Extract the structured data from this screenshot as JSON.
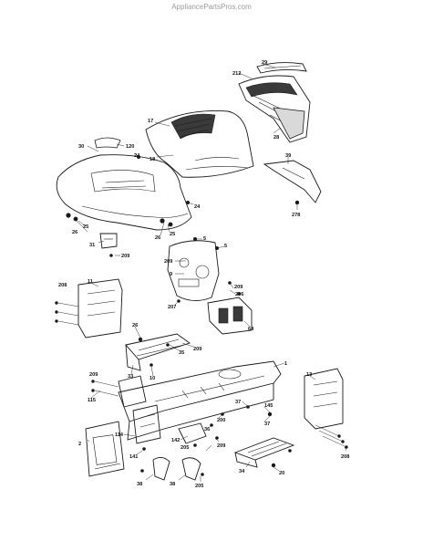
{
  "watermark": "AppliancePartsPros.com",
  "callouts": {
    "c29": "29",
    "c212": "212",
    "c28": "28",
    "c17": "17",
    "c18": "18",
    "c120": "120",
    "c30": "30",
    "c24a": "24",
    "c24b": "24",
    "c25a": "25",
    "c25b": "25",
    "c26a": "26",
    "c26b": "26",
    "c31": "31",
    "c39": "39",
    "c278": "278",
    "c5a": "5",
    "c5b": "5",
    "c209a": "209",
    "c209b": "209",
    "c209c": "209",
    "c209d": "209",
    "c209e": "209",
    "c209f": "209",
    "c9": "9",
    "c207": "207",
    "c206": "206",
    "c64": "64",
    "c208a": "208",
    "c208b": "208",
    "c11": "11",
    "c26c": "26",
    "c35": "35",
    "c33": "33",
    "c10": "10",
    "c1": "1",
    "c13": "13",
    "c115": "115",
    "c37a": "37",
    "c37b": "37",
    "c145": "145",
    "c200": "200",
    "c36": "36",
    "c2": "2",
    "c114": "114",
    "c141": "141",
    "c142": "142",
    "c205a": "205",
    "c205b": "205",
    "c34": "34",
    "c20": "20",
    "c38a": "38",
    "c38b": "38"
  }
}
